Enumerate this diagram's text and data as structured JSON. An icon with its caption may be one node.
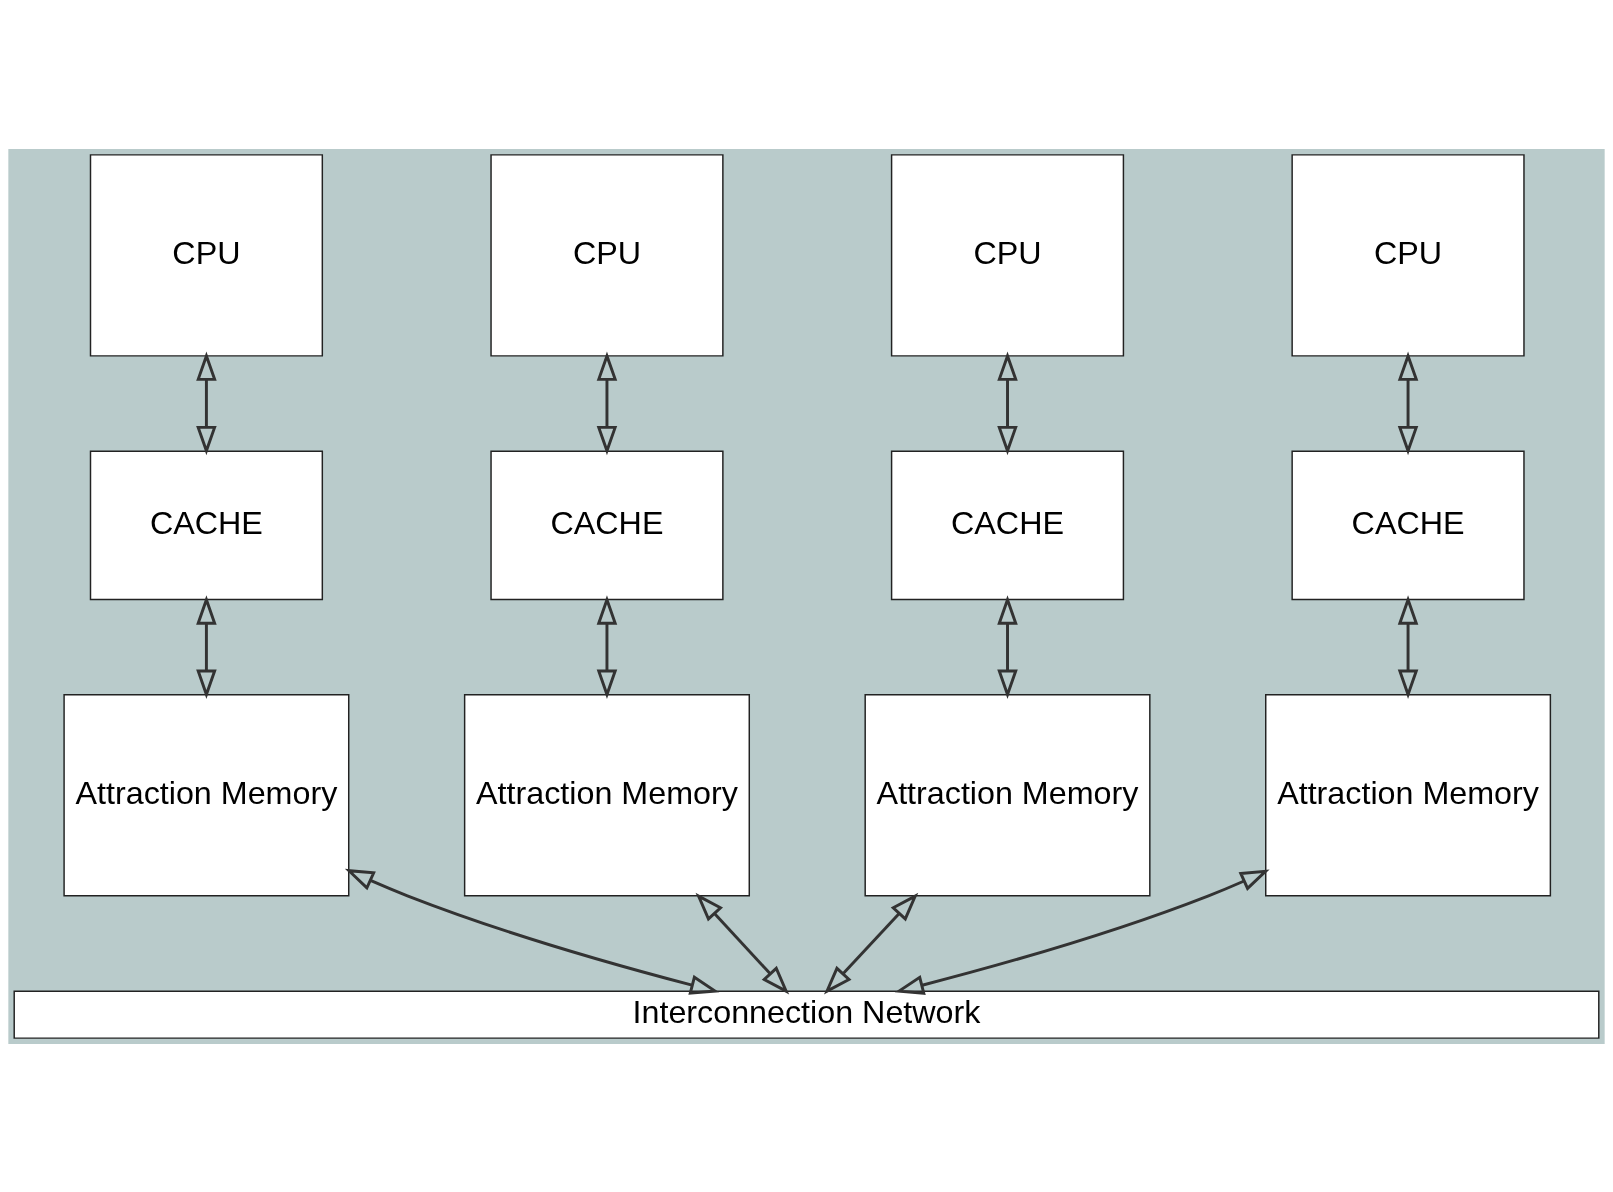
{
  "diagram": {
    "nodes": [
      {
        "text": [
          "CPU"
        ]
      },
      {
        "text": [
          "CPU"
        ]
      },
      {
        "text": [
          "CPU"
        ]
      },
      {
        "text": [
          "CPU"
        ]
      },
      {
        "text": [
          "CACHE"
        ]
      },
      {
        "text": [
          "CACHE"
        ]
      },
      {
        "text": [
          "CACHE"
        ]
      },
      {
        "text": [
          "CACHE"
        ]
      },
      {
        "text": [
          "Attraction Memory"
        ]
      },
      {
        "text": [
          "Attraction Memory"
        ]
      },
      {
        "text": [
          "Attraction Memory"
        ]
      },
      {
        "text": [
          "Attraction Memory"
        ]
      },
      {
        "text": [
          "Interconnection Network"
        ]
      }
    ],
    "edges": [
      {
        "from": 0,
        "to": 4,
        "arrow": "both"
      },
      {
        "from": 4,
        "to": 8,
        "arrow": "both"
      },
      {
        "from": 8,
        "to": 12,
        "arrow": "both"
      },
      {
        "from": 1,
        "to": 5,
        "arrow": "both"
      },
      {
        "from": 5,
        "to": 9,
        "arrow": "both"
      },
      {
        "from": 9,
        "to": 12,
        "arrow": "both"
      },
      {
        "from": 2,
        "to": 6,
        "arrow": "both"
      },
      {
        "from": 6,
        "to": 10,
        "arrow": "both"
      },
      {
        "from": 10,
        "to": 12,
        "arrow": "both"
      },
      {
        "from": 3,
        "to": 7,
        "arrow": "both"
      },
      {
        "from": 7,
        "to": 11,
        "arrow": "both"
      },
      {
        "from": 11,
        "to": 12,
        "arrow": "both"
      }
    ]
  }
}
